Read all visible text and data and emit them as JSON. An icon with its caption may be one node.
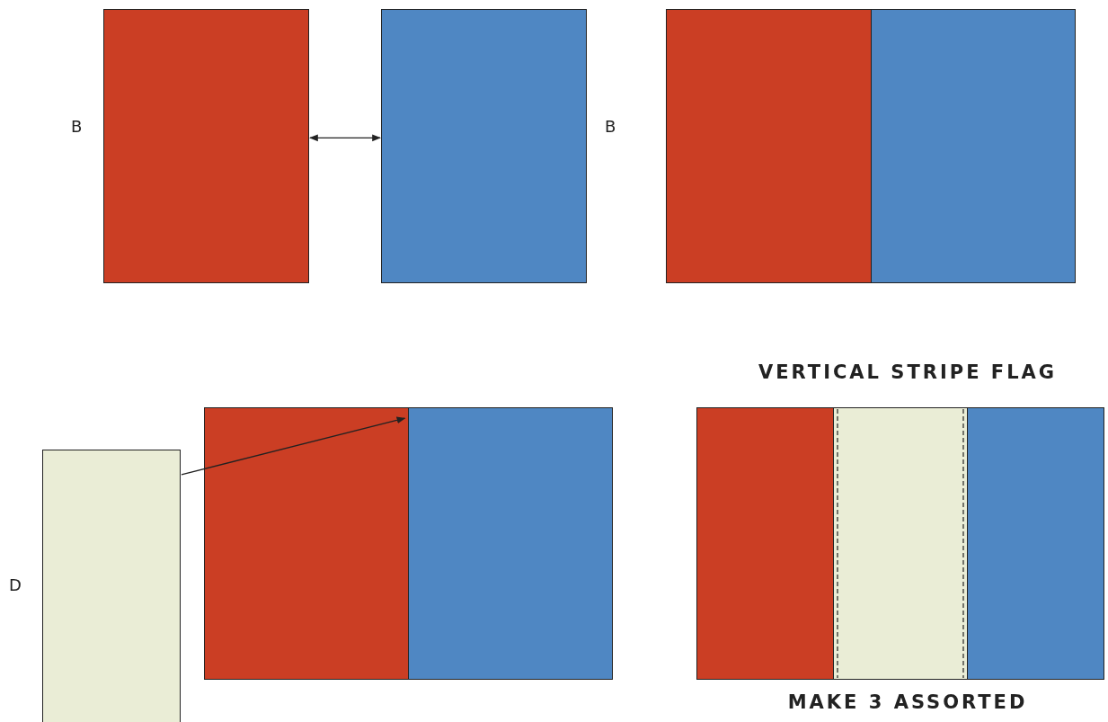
{
  "diagram": {
    "nodes": [
      {
        "text": [],
        "shape": "box"
      },
      {
        "text": [],
        "shape": "box"
      },
      {
        "text": [],
        "shape": "box"
      },
      {
        "text": [],
        "shape": "box"
      },
      {
        "text": [],
        "shape": "box"
      },
      {
        "text": [],
        "shape": "box"
      },
      {
        "text": [],
        "shape": "box"
      },
      {
        "text": [],
        "shape": "box"
      },
      {
        "text": [],
        "shape": "box"
      },
      {
        "text": [],
        "shape": "box"
      }
    ],
    "edges": [
      {
        "from": 0,
        "to": 1,
        "arrow": "both"
      },
      {
        "from": 4,
        "to": 5,
        "arrow": "to"
      }
    ],
    "labels": [
      "B",
      "B",
      "VERTICAL STRIPE FLAG",
      "D",
      "MAKE 3 ASSORTED"
    ]
  }
}
